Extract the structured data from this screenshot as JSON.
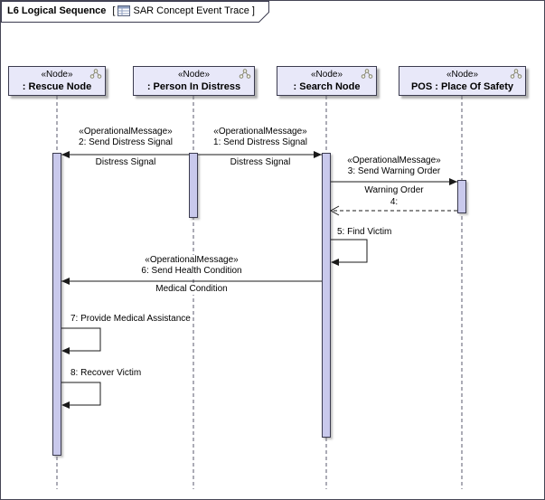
{
  "frame": {
    "title": "L6 Logical Sequence",
    "open_bracket": "[",
    "tab_name": "SAR Concept Event Trace",
    "close_bracket": "]"
  },
  "lifelines": [
    {
      "stereotype": "«Node»",
      "name": ": Rescue Node"
    },
    {
      "stereotype": "«Node»",
      "name": ": Person In Distress"
    },
    {
      "stereotype": "«Node»",
      "name": ": Search Node"
    },
    {
      "stereotype": "«Node»",
      "name": "POS : Place Of Safety"
    }
  ],
  "messages": {
    "m1": {
      "stereotype": "«OperationalMessage»",
      "name": "1: Send Distress Signal",
      "conveyed": "Distress Signal",
      "from": ": Person In Distress",
      "to": ": Search Node",
      "kind": "sync"
    },
    "m2": {
      "stereotype": "«OperationalMessage»",
      "name": "2: Send Distress Signal",
      "conveyed": "Distress Signal",
      "from": ": Person In Distress",
      "to": ": Rescue Node",
      "kind": "sync"
    },
    "m3": {
      "stereotype": "«OperationalMessage»",
      "name": "3: Send Warning Order",
      "conveyed": "Warning Order",
      "from": ": Search Node",
      "to": "POS : Place Of Safety",
      "kind": "sync"
    },
    "m4": {
      "name": "4:",
      "from": "POS : Place Of Safety",
      "to": ": Search Node",
      "kind": "reply"
    },
    "m5": {
      "name": "5: Find Victim",
      "from": ": Search Node",
      "to": ": Search Node",
      "kind": "self"
    },
    "m6": {
      "stereotype": "«OperationalMessage»",
      "name": "6: Send Health Condition",
      "conveyed": "Medical Condition",
      "from": ": Search Node",
      "to": ": Rescue Node",
      "kind": "sync"
    },
    "m7": {
      "name": "7: Provide Medical Assistance",
      "from": ": Rescue Node",
      "to": ": Rescue Node",
      "kind": "self"
    },
    "m8": {
      "name": "8: Recover Victim",
      "from": ": Rescue Node",
      "to": ": Rescue Node",
      "kind": "self"
    }
  },
  "colors": {
    "head_fill": "#e8e8f9",
    "activation_fill": "#c9c9ec",
    "border": "#3b3b4f",
    "message_line": "#1a1a1a"
  }
}
